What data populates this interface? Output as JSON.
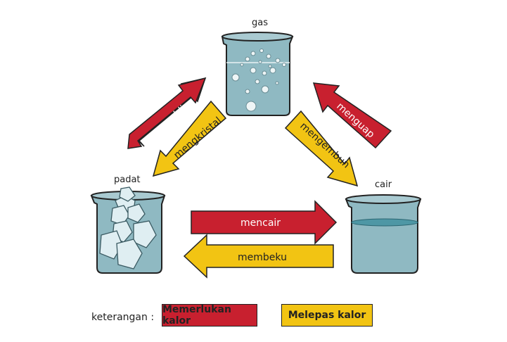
{
  "states": {
    "gas": "gas",
    "solid": "padat",
    "liquid": "cair"
  },
  "arrows": {
    "sublimate": "menyublim",
    "deposit": "mengkristal",
    "evaporate": "menguap",
    "condense": "mengembun",
    "melt": "mencair",
    "freeze": "membeku"
  },
  "legend": {
    "title": "keterangan :",
    "needs_heat": "Memerlukan kalor",
    "releases_heat": "Melepas kalor"
  },
  "colors": {
    "red": "#c8202f",
    "yellow": "#f2c413",
    "beaker": "#8fb9c2",
    "liquid_line": "#4e97a5"
  }
}
